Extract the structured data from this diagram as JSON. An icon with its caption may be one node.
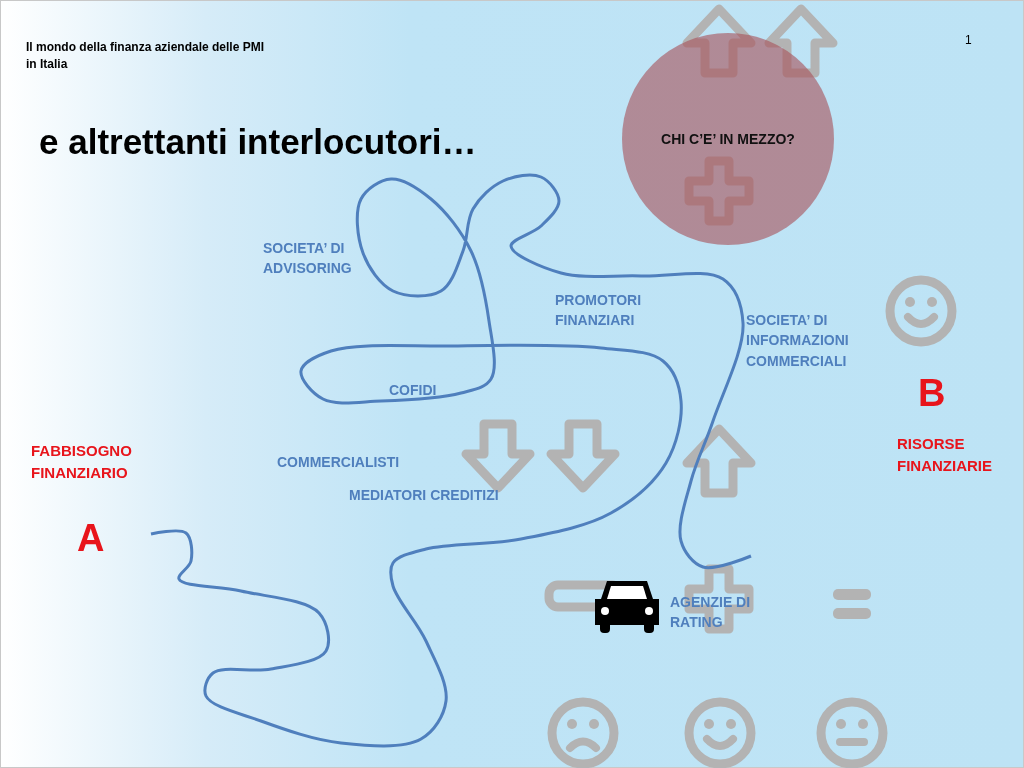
{
  "diagram": {
    "title": "e altrettanti interlocutori…",
    "nodes": [
      {
        "text": [
          "CHI C’E’ IN MEZZO?"
        ]
      }
    ],
    "labels": [
      "Il mondo della finanza aziendale delle PMI in Italia",
      "1",
      "SOCIETA’ DI ADVISORING",
      "PROMOTORI FINANZIARI",
      "SOCIETA’ DI INFORMAZIONI COMMERCIALI",
      "COFIDI",
      "B",
      "RISORSE FINANZIARIE",
      "FABBISOGNO FINANZIARIO",
      "COMMERCIALISTI",
      "MEDIATORI CREDITIZI",
      "A",
      "AGENZIE DI RATING"
    ]
  }
}
